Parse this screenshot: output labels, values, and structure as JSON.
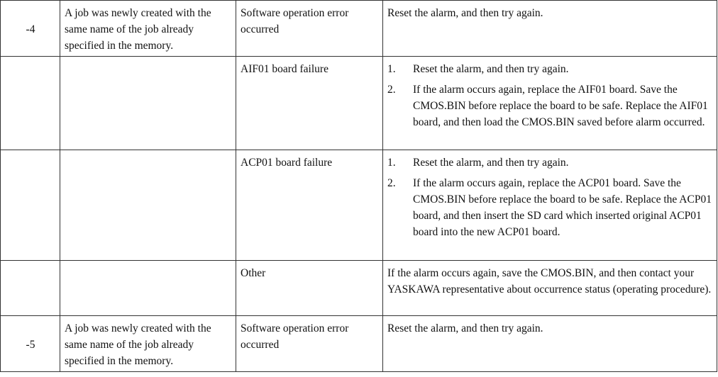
{
  "rows": [
    {
      "sub_code": "-4",
      "meaning": "A job was newly created with the same name of the job already specified in the memory.",
      "cause": "Software operation error occurred",
      "remedy": "Reset the alarm, and then try again."
    },
    {
      "sub_code": "",
      "meaning": "",
      "cause": "AIF01 board failure",
      "steps": [
        {
          "num": "1.",
          "text": "Reset the alarm, and then try again."
        },
        {
          "num": "2.",
          "text": "If the alarm occurs again, replace the AIF01 board. Save the CMOS.BIN before replace the board to be safe. Replace the AIF01 board, and then load the CMOS.BIN saved before alarm occurred."
        }
      ]
    },
    {
      "sub_code": "",
      "meaning": "",
      "cause": "ACP01 board failure",
      "steps": [
        {
          "num": "1.",
          "text": "Reset the alarm, and then try again."
        },
        {
          "num": "2.",
          "text": "If the alarm occurs again, replace the ACP01 board. Save the CMOS.BIN before replace the board to be safe. Replace the ACP01 board, and then insert the SD card which inserted original ACP01 board into the new ACP01 board."
        }
      ]
    },
    {
      "sub_code": "",
      "meaning": "",
      "cause": "Other",
      "remedy": "If the alarm occurs again, save the CMOS.BIN, and then contact your YASKAWA representative about occurrence status (operating procedure)."
    },
    {
      "sub_code": "-5",
      "meaning": "A job was newly created with the same name of the job already specified in the memory.",
      "cause": "Software operation error occurred",
      "remedy": "Reset the alarm, and then try again."
    }
  ]
}
